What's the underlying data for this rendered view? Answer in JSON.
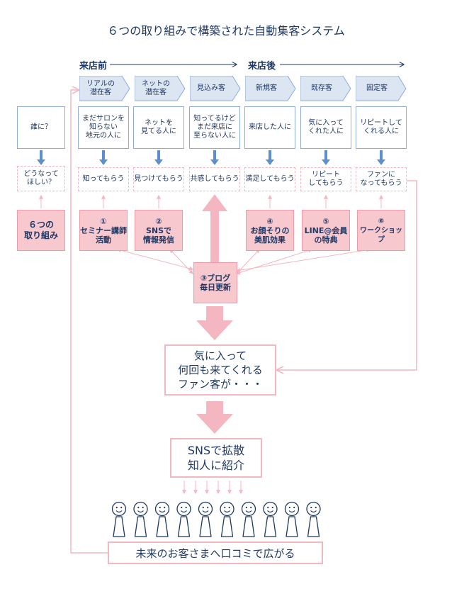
{
  "title": "６つの取り組みで構築された自動集客システム",
  "stages": {
    "before": "来店前",
    "after": "来店後"
  },
  "colors": {
    "navy": "#1f3864",
    "blue_border": "#8faadc",
    "blue_arrow": "#5b8fd0",
    "pink_border": "#f4b6c0",
    "pink_fill": "#f8c8cf",
    "pink_arrow": "#f4b6c0"
  },
  "row_labels": {
    "who": "誰に？",
    "goal": "どうなって\nほしい？",
    "action": "６つの\n取り組み"
  },
  "columns": [
    {
      "segment": "リアルの\n潜在客",
      "who": "まだサロンを\n知らない\n地元の人に",
      "goal": "知ってもらう",
      "action": "①\nセミナー講師\n活動"
    },
    {
      "segment": "ネットの\n潜在客",
      "who": "ネットを\n見てる人に",
      "goal": "見つけてもらう",
      "action": "②\nSNSで\n情報発信"
    },
    {
      "segment": "見込み客",
      "who": "知ってるけど\nまだ来店に\n至らない人に",
      "goal": "共感してもらう",
      "action": ""
    },
    {
      "segment": "新規客",
      "who": "来店した人に",
      "goal": "満足してもらう",
      "action": "④\nお顔そりの\n美肌効果"
    },
    {
      "segment": "既存客",
      "who": "気に入って\nくれた人に",
      "goal": "リピート\nしてもらう",
      "action": "⑤\nLINE@会員\nの特典"
    },
    {
      "segment": "固定客",
      "who": "リピートして\nくれる人に",
      "goal": "ファンに\nなってもらう",
      "action": "⑥\nワークショップ"
    }
  ],
  "center_action": "③ブログ\n毎日更新",
  "fans_box": "気に入って\n何回も来てくれる\nファン客が・・・",
  "sns_box": "SNSで拡散\n知人に紹介",
  "bottom_box": "未来のお客さまへ口コミで広がる",
  "icons": {
    "person": "person-icon",
    "person_count": 10
  }
}
